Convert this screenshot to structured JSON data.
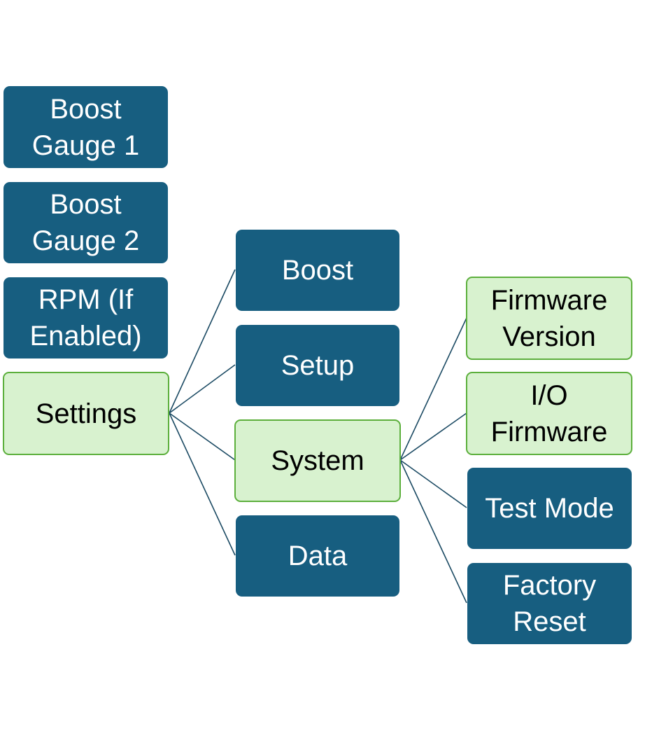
{
  "level1": [
    {
      "id": "boost-gauge-1",
      "label": "Boost\nGauge 1",
      "style": "dark"
    },
    {
      "id": "boost-gauge-2",
      "label": "Boost\nGauge 2",
      "style": "dark"
    },
    {
      "id": "rpm",
      "label": "RPM (If\nEnabled)",
      "style": "dark"
    },
    {
      "id": "settings",
      "label": "Settings",
      "style": "highlight"
    }
  ],
  "level2": [
    {
      "id": "boost",
      "label": "Boost",
      "style": "dark"
    },
    {
      "id": "setup",
      "label": "Setup",
      "style": "dark"
    },
    {
      "id": "system",
      "label": "System",
      "style": "highlight"
    },
    {
      "id": "data",
      "label": "Data",
      "style": "dark"
    }
  ],
  "level3": [
    {
      "id": "firmware-version",
      "label": "Firmware\nVersion",
      "style": "highlight"
    },
    {
      "id": "io-firmware",
      "label": "I/O\nFirmware",
      "style": "highlight"
    },
    {
      "id": "test-mode",
      "label": "Test Mode",
      "style": "dark"
    },
    {
      "id": "factory-reset",
      "label": "Factory\nReset",
      "style": "dark"
    }
  ],
  "edges": [
    {
      "from": "settings",
      "to": "boost"
    },
    {
      "from": "settings",
      "to": "setup"
    },
    {
      "from": "settings",
      "to": "system"
    },
    {
      "from": "settings",
      "to": "data"
    },
    {
      "from": "system",
      "to": "firmware-version"
    },
    {
      "from": "system",
      "to": "io-firmware"
    },
    {
      "from": "system",
      "to": "test-mode"
    },
    {
      "from": "system",
      "to": "factory-reset"
    }
  ],
  "colors": {
    "dark_fill": "#175e80",
    "highlight_fill": "#d8f2cf",
    "highlight_border": "#5caf3c",
    "connector": "#1b4a63"
  }
}
